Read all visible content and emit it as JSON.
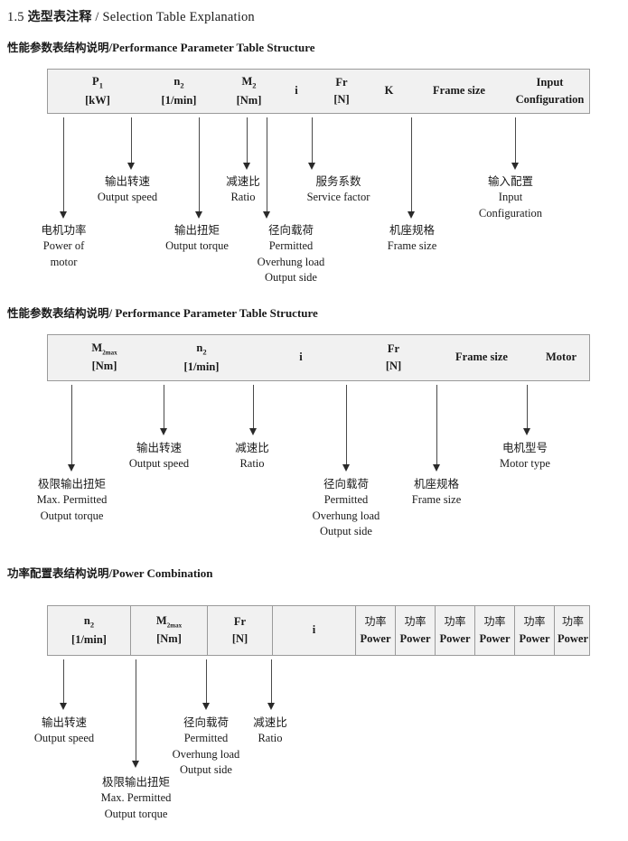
{
  "document": {
    "page_title_number": "1.5",
    "page_title_cn": "选型表注释",
    "page_title_sep": "/",
    "page_title_en": "Selection Table Explanation"
  },
  "sections": [
    {
      "id": "performance-parameter-1",
      "title_cn": "性能参数表结构说明",
      "title_sep": "/",
      "title_en": "Performance Parameter Table Structure",
      "table": {
        "columns": [
          {
            "name": "p1",
            "line1": "P",
            "line1_sub": "1",
            "line2": "[kW]"
          },
          {
            "name": "n2",
            "line1": "n",
            "line1_sub": "2",
            "line2": "[1/min]"
          },
          {
            "name": "m2",
            "line1": "M",
            "line1_sub": "2",
            "line2": "[Nm]"
          },
          {
            "name": "i",
            "line1": "i",
            "line1_sub": "",
            "line2": ""
          },
          {
            "name": "fr",
            "line1": "Fr",
            "line1_sub": "",
            "line2": "[N]"
          },
          {
            "name": "k",
            "line1": "K",
            "line1_sub": "",
            "line2": ""
          },
          {
            "name": "frame-size",
            "line1": "Frame size",
            "line1_sub": "",
            "line2": ""
          },
          {
            "name": "input-configuration",
            "line1": "Input",
            "line1_sub": "",
            "line2": "Configuration"
          }
        ]
      },
      "annotations": [
        {
          "name": "power-of-motor",
          "cn": "电机功率",
          "en": [
            "Power of",
            "motor"
          ]
        },
        {
          "name": "output-speed",
          "cn": "输出转速",
          "en": [
            "Output speed"
          ]
        },
        {
          "name": "output-torque",
          "cn": "输出扭矩",
          "en": [
            "Output torque"
          ]
        },
        {
          "name": "ratio",
          "cn": "减速比",
          "en": [
            "Ratio"
          ]
        },
        {
          "name": "permitted-overhung-load",
          "cn": "径向载荷",
          "en": [
            "Permitted",
            "Overhung load",
            "Output side"
          ]
        },
        {
          "name": "service-factor",
          "cn": "服务系数",
          "en": [
            "Service factor"
          ]
        },
        {
          "name": "frame-size",
          "cn": "机座规格",
          "en": [
            "Frame size"
          ]
        },
        {
          "name": "input-configuration",
          "cn": "输入配置",
          "en": [
            "Input",
            "Configuration"
          ]
        }
      ]
    },
    {
      "id": "performance-parameter-2",
      "title_cn": "性能参数表结构说明",
      "title_sep": "/",
      "title_en": "Performance Parameter Table Structure",
      "table": {
        "columns": [
          {
            "name": "m2max",
            "line1": "M",
            "line1_sub": "2max",
            "line2": "[Nm]"
          },
          {
            "name": "n2",
            "line1": "n",
            "line1_sub": "2",
            "line2": "[1/min]"
          },
          {
            "name": "i",
            "line1": "i",
            "line1_sub": "",
            "line2": ""
          },
          {
            "name": "fr",
            "line1": "Fr",
            "line1_sub": "",
            "line2": "[N]"
          },
          {
            "name": "frame-size",
            "line1": "Frame size",
            "line1_sub": "",
            "line2": ""
          },
          {
            "name": "motor",
            "line1": "Motor",
            "line1_sub": "",
            "line2": ""
          }
        ]
      },
      "annotations": [
        {
          "name": "max-permitted-output-torque",
          "cn": "极限输出扭矩",
          "en": [
            "Max. Permitted",
            "Output  torque"
          ]
        },
        {
          "name": "output-speed",
          "cn": "输出转速",
          "en": [
            "Output speed"
          ]
        },
        {
          "name": "ratio",
          "cn": "减速比",
          "en": [
            "Ratio"
          ]
        },
        {
          "name": "permitted-overhung-load",
          "cn": "径向载荷",
          "en": [
            "Permitted",
            "Overhung load",
            "Output side"
          ]
        },
        {
          "name": "frame-size",
          "cn": "机座规格",
          "en": [
            "Frame size"
          ]
        },
        {
          "name": "motor-type",
          "cn": "电机型号",
          "en": [
            "Motor type"
          ]
        }
      ]
    },
    {
      "id": "power-combination",
      "title_cn": "功率配置表结构说明",
      "title_sep": "/",
      "title_en": "Power Combination",
      "table": {
        "columns": [
          {
            "name": "n2",
            "line1": "n",
            "line1_sub": "2",
            "line2": "[1/min]"
          },
          {
            "name": "m2max",
            "line1": "M",
            "line1_sub": "2max",
            "line2": "[Nm]"
          },
          {
            "name": "fr",
            "line1": "Fr",
            "line1_sub": "",
            "line2": "[N]"
          },
          {
            "name": "i",
            "line1": "i",
            "line1_sub": "",
            "line2": ""
          },
          {
            "name": "power-1",
            "line1_cn": "功率",
            "line2": "Power"
          },
          {
            "name": "power-2",
            "line1_cn": "功率",
            "line2": "Power"
          },
          {
            "name": "power-3",
            "line1_cn": "功率",
            "line2": "Power"
          },
          {
            "name": "power-4",
            "line1_cn": "功率",
            "line2": "Power"
          },
          {
            "name": "power-5",
            "line1_cn": "功率",
            "line2": "Power"
          },
          {
            "name": "power-6",
            "line1_cn": "功率",
            "line2": "Power"
          }
        ]
      },
      "annotations": [
        {
          "name": "output-speed",
          "cn": "输出转速",
          "en": [
            "Output speed"
          ]
        },
        {
          "name": "max-permitted-output-torque",
          "cn": "极限输出扭矩",
          "en": [
            "Max. Permitted",
            "Output  torque"
          ]
        },
        {
          "name": "permitted-overhung-load",
          "cn": "径向载荷",
          "en": [
            "Permitted",
            "Overhung load",
            "Output side"
          ]
        },
        {
          "name": "ratio",
          "cn": "减速比",
          "en": [
            "Ratio"
          ]
        }
      ]
    }
  ],
  "colors": {
    "table_fill": "#f1f1f1",
    "table_border": "#9a9a9a",
    "arrow": "#2a2a2a",
    "text": "#1a1a1a"
  }
}
